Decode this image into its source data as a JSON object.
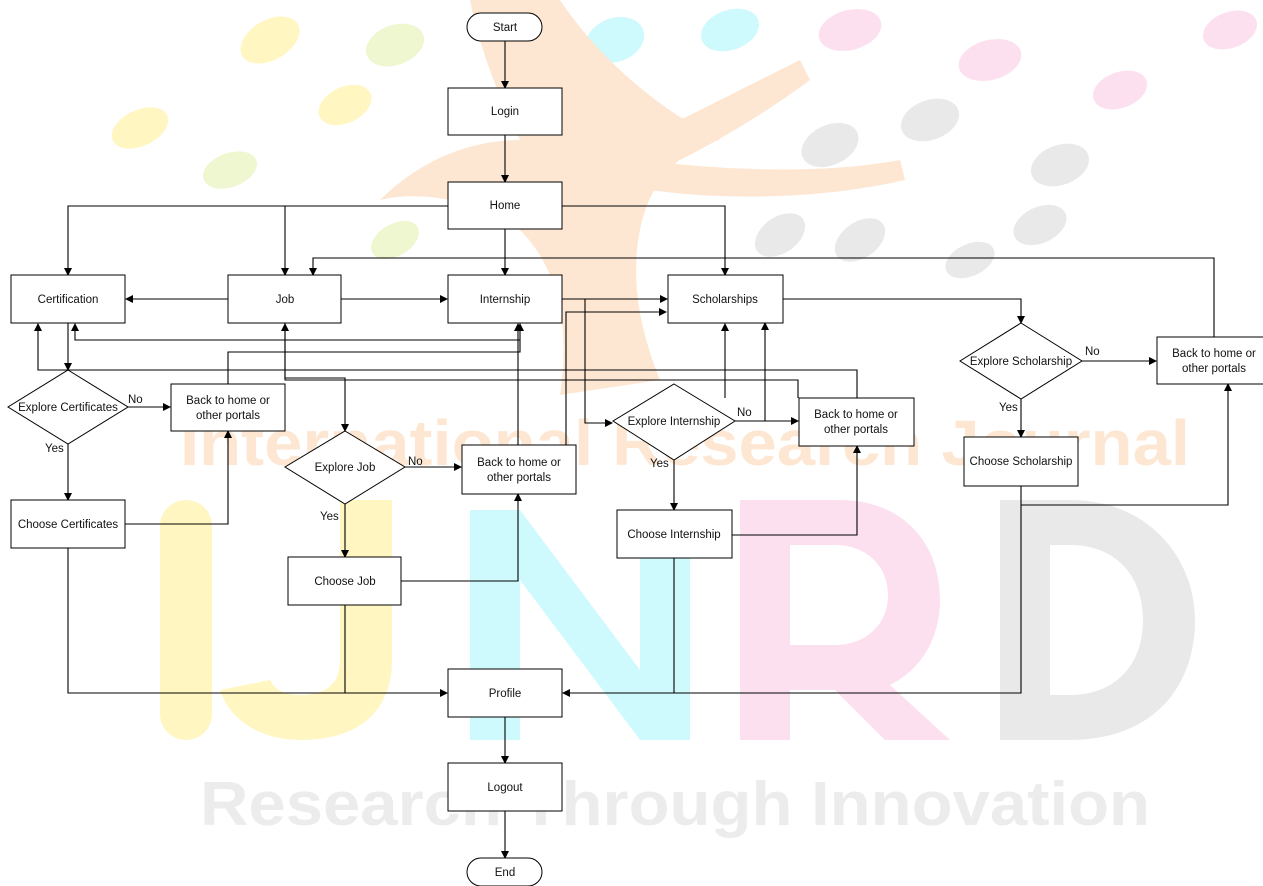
{
  "watermark": {
    "line1": "International Research Journal",
    "brand_letters": [
      "I",
      "J",
      "N",
      "R",
      "D"
    ],
    "line2": "Research Through Innovation",
    "colors": {
      "yellow": "#fff6c2",
      "cyan": "#cffafd",
      "pink": "#fde0ef",
      "grey": "#e9e9e9",
      "orange": "#fde7d3",
      "green": "#eef7cf"
    }
  },
  "nodes": {
    "start": "Start",
    "login": "Login",
    "home": "Home",
    "certification": "Certification",
    "job": "Job",
    "internship": "Internship",
    "scholarships": "Scholarships",
    "explore_certificates": "Explore Certificates",
    "explore_job": "Explore Job",
    "explore_internship": "Explore Internship",
    "explore_scholarship": "Explore Scholarship",
    "back_cert": [
      "Back to home or",
      "other portals"
    ],
    "back_job": [
      "Back to home or",
      "other portals"
    ],
    "back_intern": [
      "Back to home or",
      "other portals"
    ],
    "back_schol": [
      "Back to home or",
      "other portals"
    ],
    "choose_certificates": "Choose Certificates",
    "choose_job": "Choose Job",
    "choose_internship": "Choose Internship",
    "choose_scholarship": "Choose Scholarship",
    "profile": "Profile",
    "logout": "Logout",
    "end": "End"
  },
  "edge_labels": {
    "no": "No",
    "yes": "Yes"
  }
}
